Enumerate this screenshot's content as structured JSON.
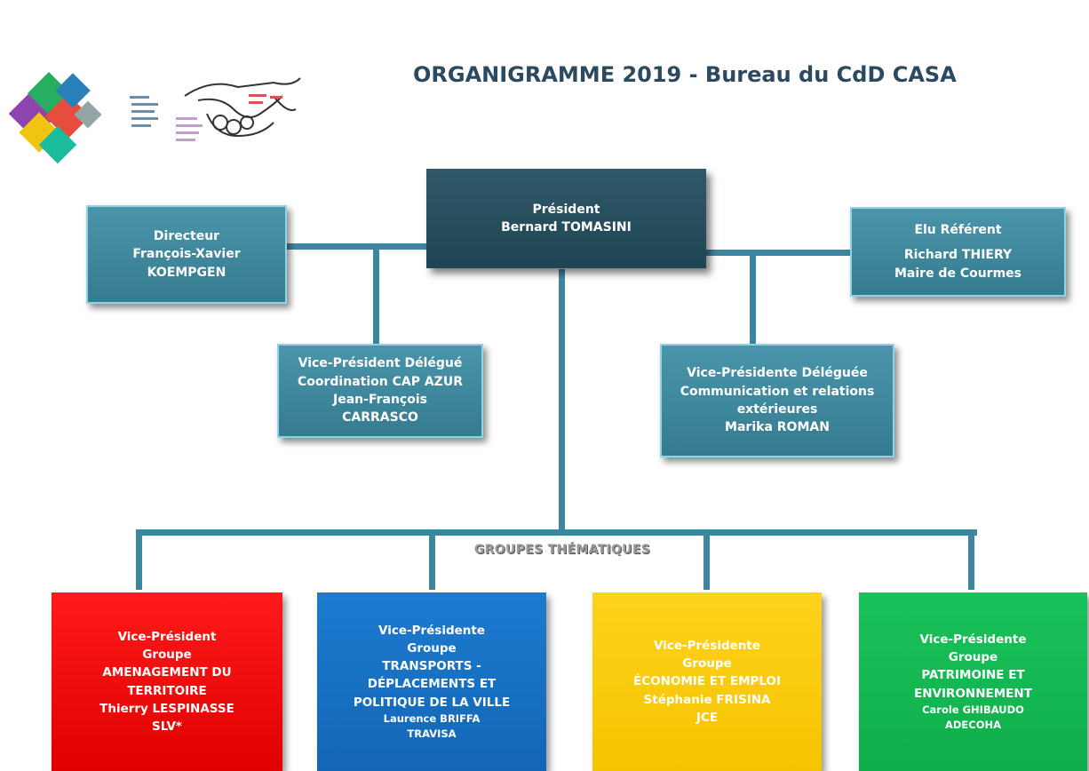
{
  "header": {
    "title": "ORGANIGRAMME 2019 - Bureau du CdD CASA"
  },
  "president": {
    "role": "Président",
    "name": "Bernard TOMASINI"
  },
  "directeur": {
    "role": "Directeur",
    "first_name": "François-Xavier",
    "last_name": "KOEMPGEN"
  },
  "elu_referent": {
    "role": "Elu Référent",
    "name": "Richard THIERY",
    "title": "Maire de Courmes"
  },
  "vp_delegue": {
    "line1": "Vice-Président Délégué",
    "line2": "Coordination CAP AZUR",
    "line3": "Jean-François",
    "line4": "CARRASCO"
  },
  "vpe_deleguee": {
    "line1": "Vice-Présidente Déléguée",
    "line2": "Communication et relations",
    "line3": "extérieures",
    "line4": "Marika ROMAN"
  },
  "groups_label": "GROUPES THÉMATIQUES",
  "groups": [
    {
      "role": "Vice-Président",
      "group": "Groupe",
      "theme1": "AMENAGEMENT DU",
      "theme2": "TERRITOIRE",
      "name": "Thierry LESPINASSE",
      "org": "SLV*",
      "color": "#ff0000"
    },
    {
      "role": "Vice-Présidente",
      "group": "Groupe",
      "theme1": "TRANSPORTS -",
      "theme2": "DÉPLACEMENTS ET",
      "theme3": "POLITIQUE DE LA VILLE",
      "name": "Laurence BRIFFA",
      "org": "TRAVISA",
      "color": "#1670c4"
    },
    {
      "role": "Vice-Présidente",
      "group": "Groupe",
      "theme1": "ÉCONOMIE ET EMPLOI",
      "name": "Stéphanie FRISINA",
      "org": "JCE",
      "color": "#fccb0c"
    },
    {
      "role": "Vice-Présidente",
      "group": "Groupe",
      "theme1": "PATRIMOINE ET",
      "theme2": "ENVIRONNEMENT",
      "name": "Carole GHIBAUDO",
      "org": "ADECOHA",
      "color": "#14b852"
    }
  ],
  "colors": {
    "connector": "#3d86a0",
    "title": "#2b4a60",
    "teal_box": "#3f8aa0",
    "president_box": "#28505f"
  },
  "logo": {
    "icon": "handshake-logo"
  }
}
